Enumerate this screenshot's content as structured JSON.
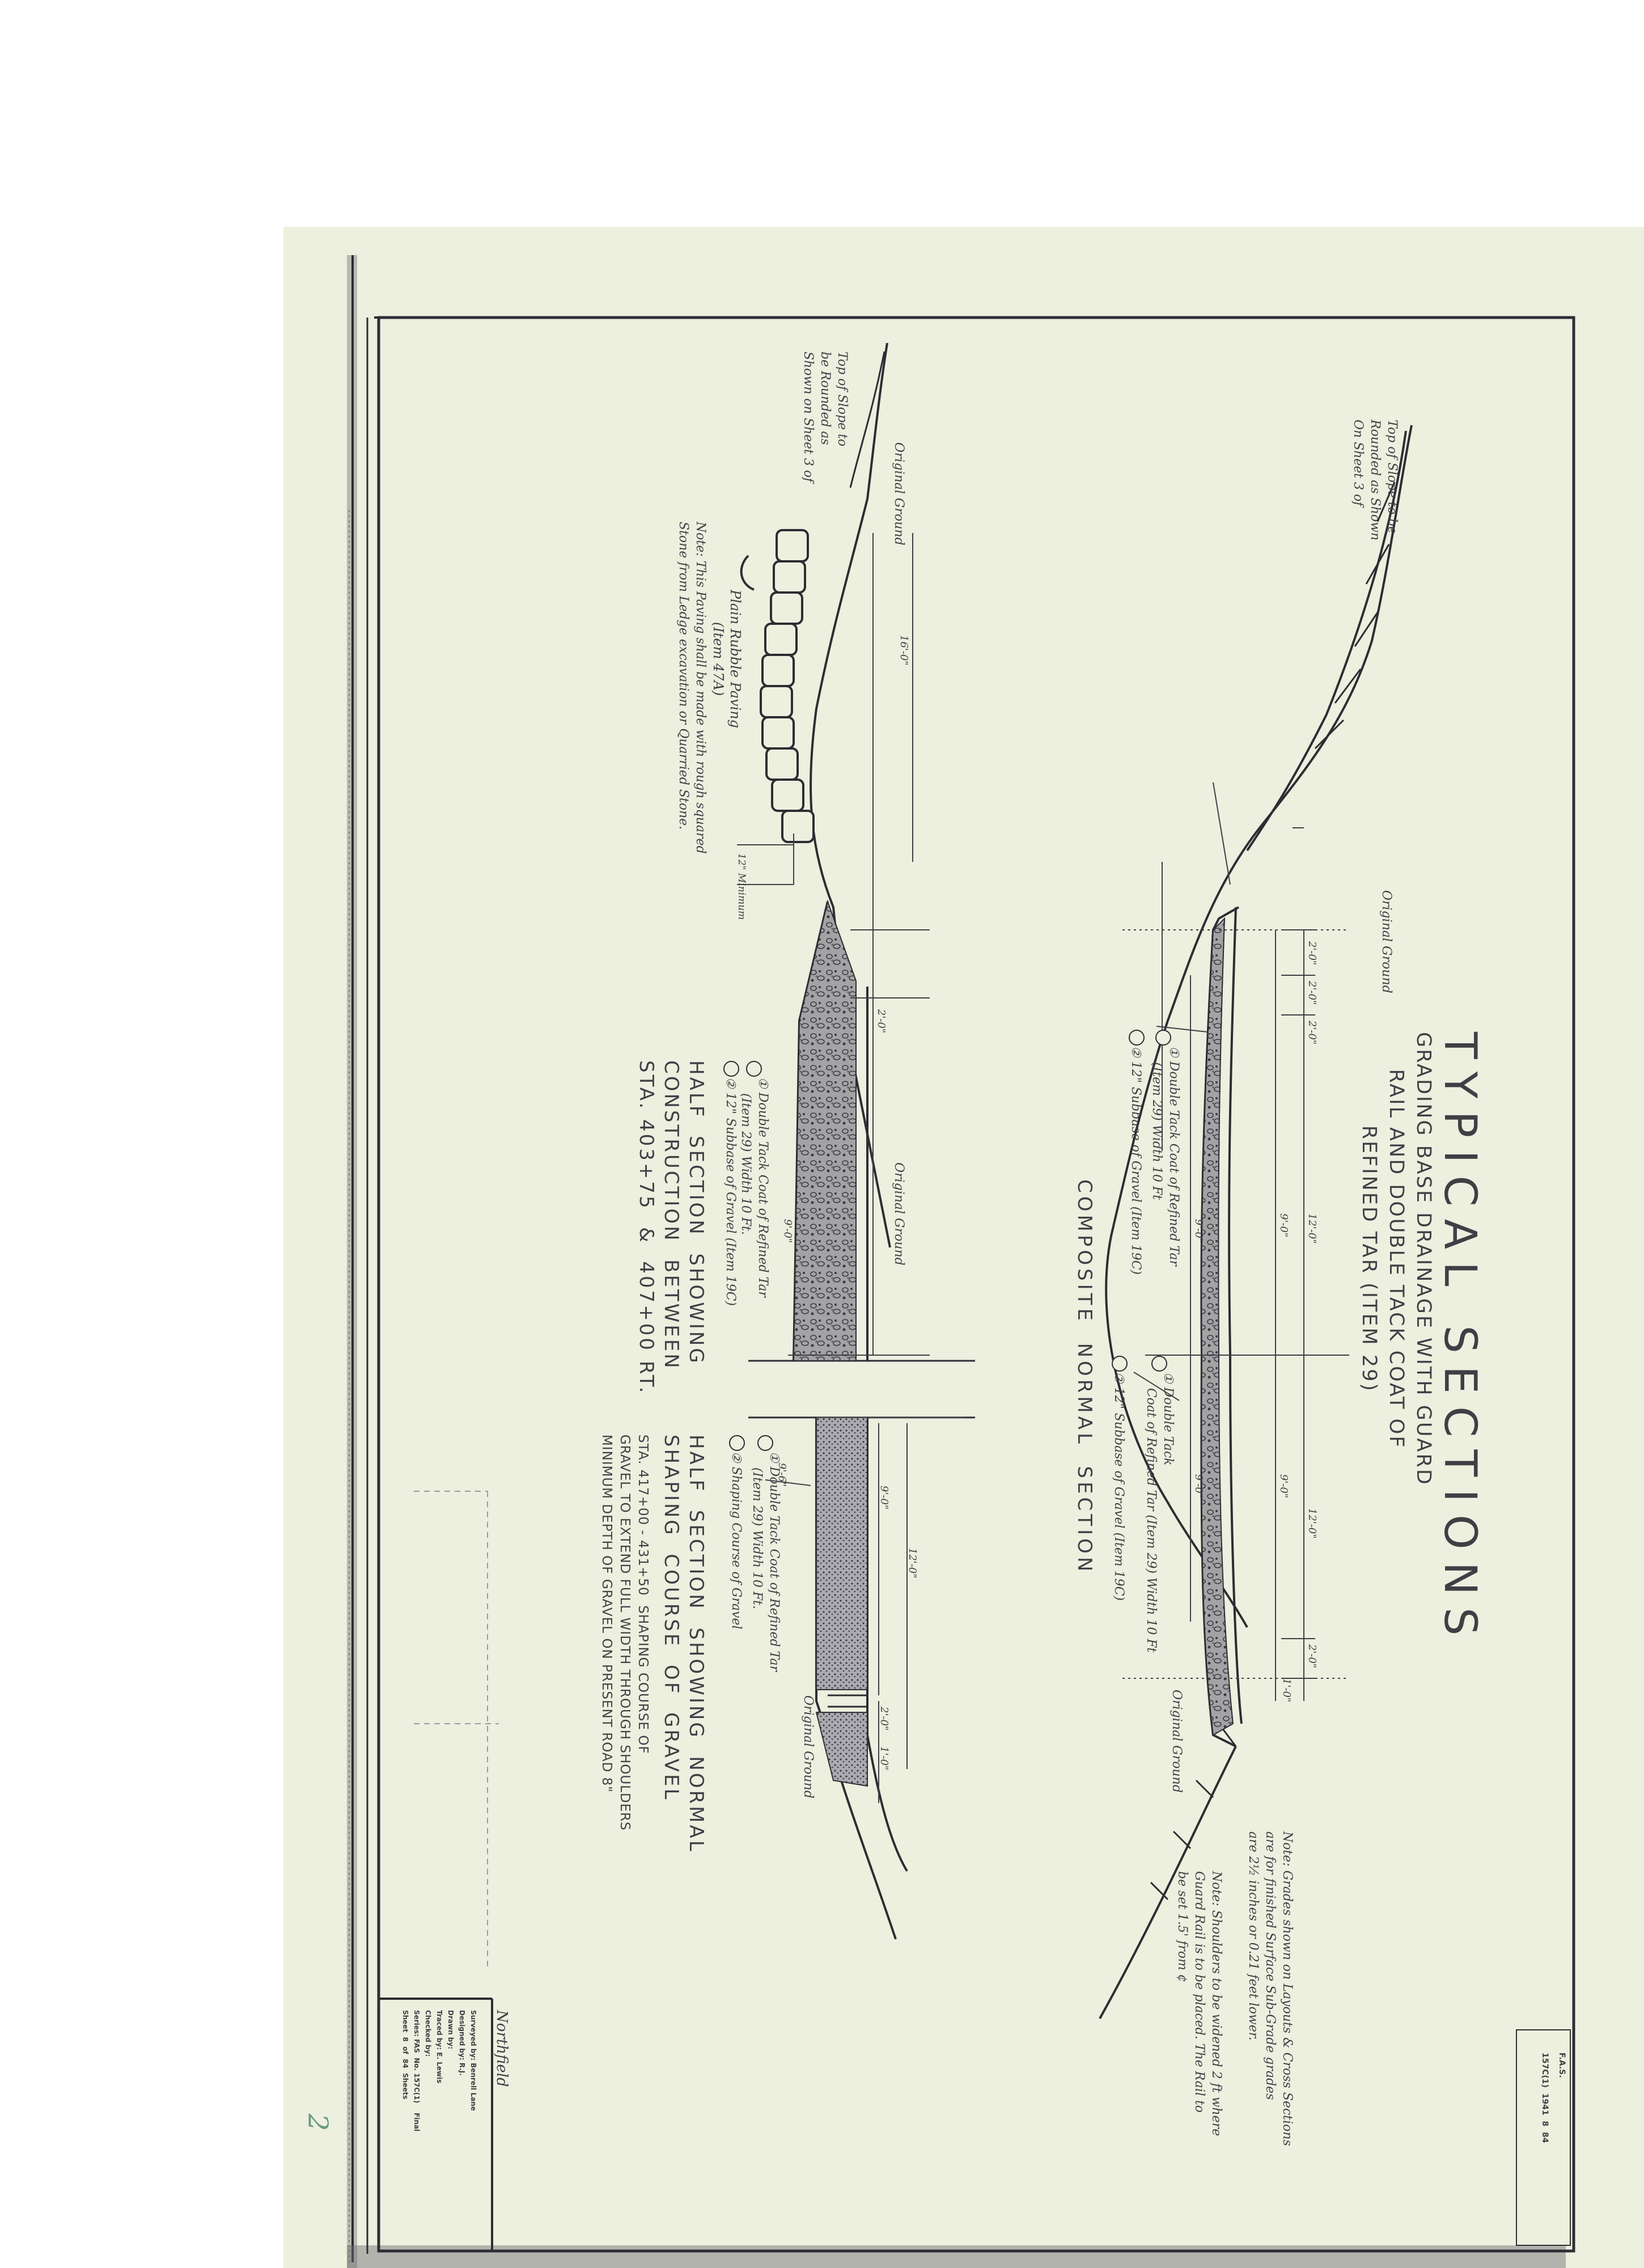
{
  "sheet": {
    "title": "TYPICAL  SECTIONS",
    "subtitle": "GRADING BASE DRAINAGE WITH GUARD\nRAIL AND DOUBLE TACK COAT OF\nREFINED TAR (ITEM 29)",
    "composite_label": "COMPOSITE  NORMAL  SECTION"
  },
  "notes": {
    "finished_grades": "Note: Grades shown on Layouts & Cross Sections\nare for finished Surface Sub-Grade grades\nare 2½ inches or 0.21 feet lower.",
    "shoulders": "Note: Shoulders to be widened 2 ft where\nGuard Rail is to be placed. The Rail to\nbe set 1.5' from ¢",
    "paving": "Note: This Paving shall be made with rough squared\nStone from Ledge excavation or Quarried Stone.",
    "top_slope_upper": "Top of Slope to be\nRounded as Shown\nOn Sheet 3 of",
    "top_slope_lower": "Top of Slope to\nbe Rounded as\nShown on Sheet 3 of"
  },
  "callouts": {
    "composite_1": "① Double Tack Coat of Refined Tar\n    (Item 29) Width 10 Ft",
    "composite_2": "② 12\" Subbase of Gravel (Item 19C)",
    "composite_right_1": "① Double Tack\n    Coat of Refined Tar (Item 29) Width 10 Ft",
    "composite_right_2": "② 12\" Subbase of Gravel (Item 19C)",
    "half_1": "① Double Tack Coat of Refined Tar\n    (Item 29) Width 10 Ft.",
    "half_2": "② 12\" Subbase of Gravel (Item 19C)",
    "shaping_1": "① Double Tack Coat of Refined Tar\n    (Item 29) Width 10 Ft.",
    "shaping_2": "② Shaping Course of Gravel",
    "rubble_paving": "Plain Rubble Paving\n(Item 47A)",
    "original_ground": "Original Ground",
    "minimum": "12\" Minimum"
  },
  "sections": {
    "half_construction": "HALF  SECTION  SHOWING\nCONSTRUCTION  BETWEEN\nSTA. 403+75  &  407+00 RT.",
    "half_shaping": "HALF  SECTION  SHOWING  NORMAL\nSHAPING  COURSE  OF  GRAVEL",
    "half_shaping_note": "STA. 417+00 - 431+50  SHAPING COURSE OF\nGRAVEL TO EXTEND FULL WIDTH THROUGH SHOULDERS\nMINIMUM DEPTH OF GRAVEL ON PRESENT ROAD 8\""
  },
  "dimensions": {
    "d12": "12'-0\"",
    "d9": "9'-0\"",
    "d2": "2'-0\"",
    "d1": "1'-0\"",
    "d16": "16'-0\"",
    "d96": "9'-6\""
  },
  "title_block": {
    "town": "Northfield",
    "lines": "Surveyed by: Benrell Lane\nDesigned by: R.J.\nDrawn by: \nTraced by: E. Lewis\nChecked by:\nSeries: FAS  No. 157C(1)    Final\nSheet  8  of  84  Sheets"
  },
  "corner_stamp": {
    "state": "F.A.S.",
    "ref": "157C(1)  1941  8  84"
  },
  "page_number": "2",
  "colors": {
    "paper": "#edefdf",
    "ink": "#3f3f45",
    "gravel": "#8e8e93"
  }
}
